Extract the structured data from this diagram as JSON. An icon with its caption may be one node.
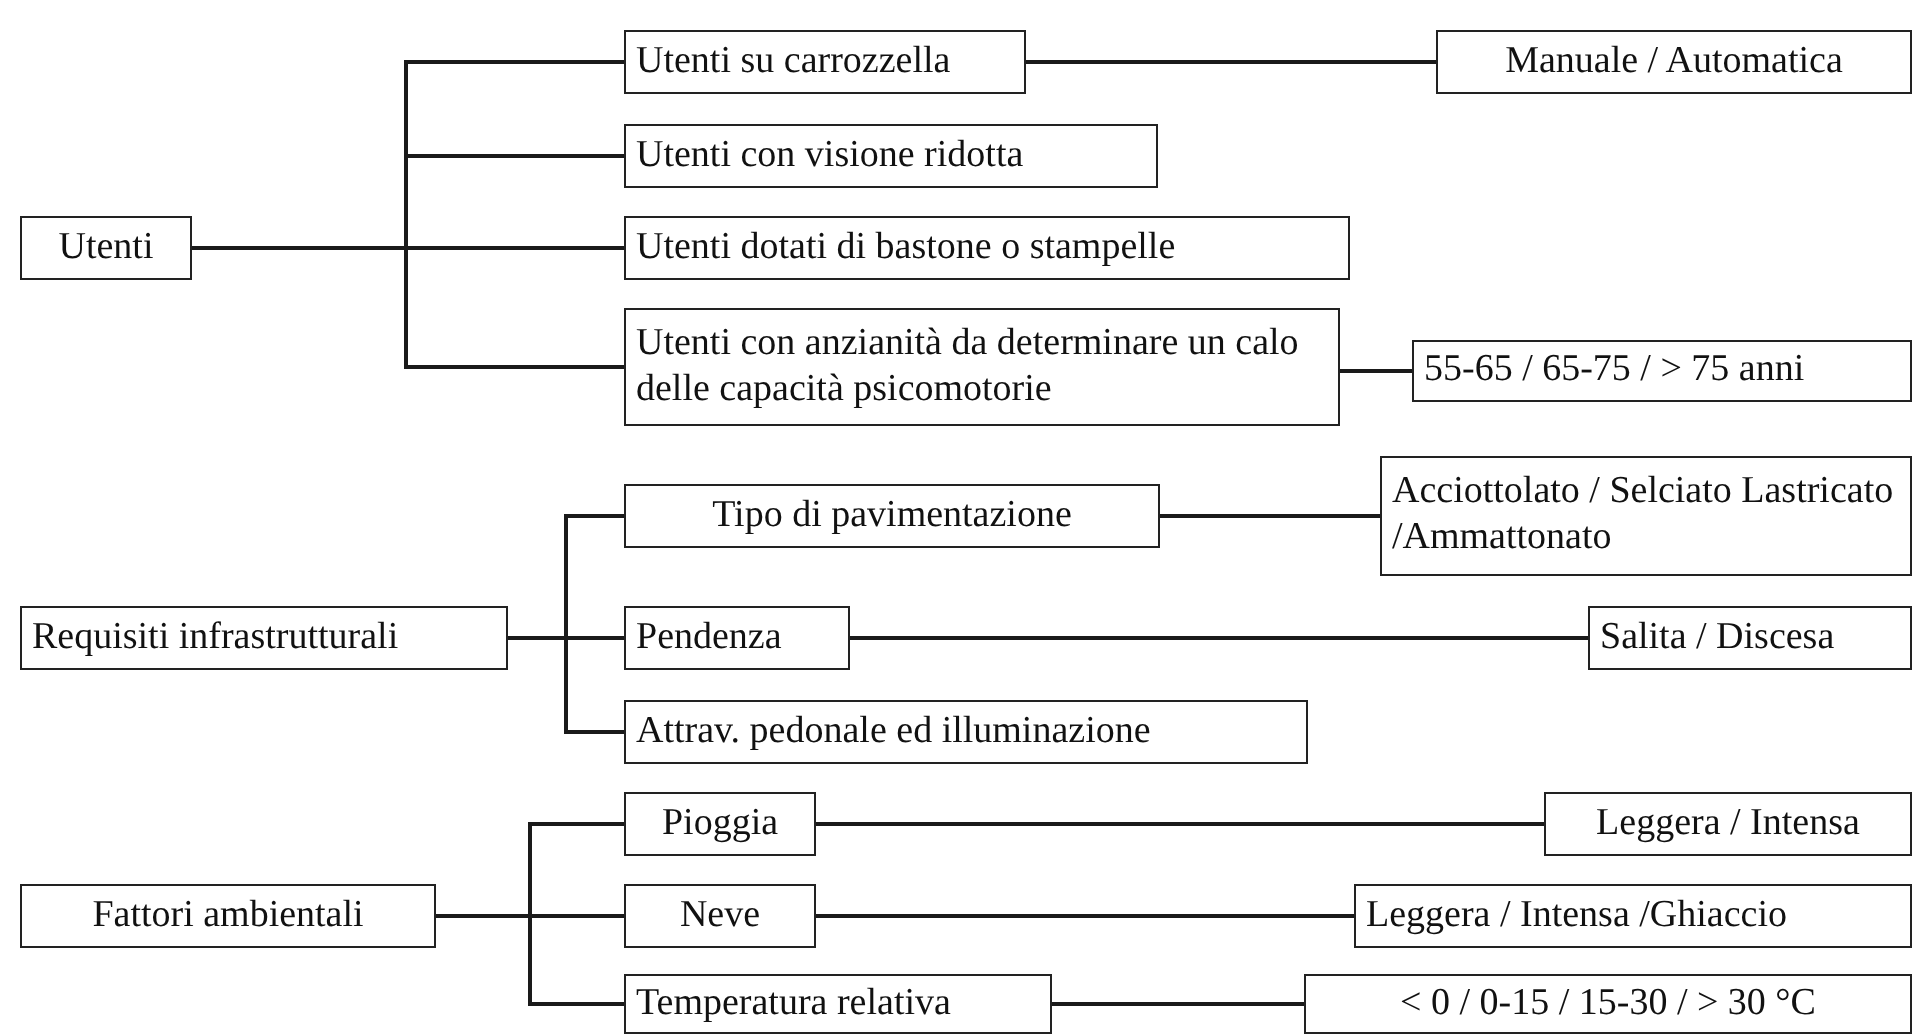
{
  "diagram": {
    "nodes": [
      {
        "text": [
          "Utenti"
        ]
      },
      {
        "text": [
          "Utenti su carrozzella"
        ]
      },
      {
        "text": [
          "Manuale / Automatica"
        ]
      },
      {
        "text": [
          "Utenti con visione ridotta"
        ]
      },
      {
        "text": [
          "Utenti dotati di bastone o stampelle"
        ]
      },
      {
        "text": [
          "Utenti con anzianità da determinare un calo delle capacità psicomotorie"
        ]
      },
      {
        "text": [
          "55-65 / 65-75 / > 75 anni"
        ]
      },
      {
        "text": [
          "Requisiti infrastrutturali"
        ]
      },
      {
        "text": [
          "Tipo di pavimentazione"
        ]
      },
      {
        "text": [
          "Acciottolato / Selciato Lastricato /Ammattonato"
        ]
      },
      {
        "text": [
          "Pendenza"
        ]
      },
      {
        "text": [
          "Salita / Discesa"
        ]
      },
      {
        "text": [
          "Attrav. pedonale ed illuminazione"
        ]
      },
      {
        "text": [
          "Fattori ambientali"
        ]
      },
      {
        "text": [
          "Pioggia"
        ]
      },
      {
        "text": [
          "Leggera / Intensa"
        ]
      },
      {
        "text": [
          "Neve"
        ]
      },
      {
        "text": [
          "Leggera / Intensa /Ghiaccio"
        ]
      },
      {
        "text": [
          "Temperatura relativa"
        ]
      },
      {
        "text": [
          "< 0 / 0-15 / 15-30 / > 30 °C"
        ]
      }
    ],
    "edges": [
      {
        "from": 0,
        "to": 1,
        "arrow": "none"
      },
      {
        "from": 0,
        "to": 3,
        "arrow": "none"
      },
      {
        "from": 0,
        "to": 4,
        "arrow": "none"
      },
      {
        "from": 0,
        "to": 5,
        "arrow": "none"
      },
      {
        "from": 1,
        "to": 2,
        "arrow": "none"
      },
      {
        "from": 5,
        "to": 6,
        "arrow": "none"
      },
      {
        "from": 7,
        "to": 8,
        "arrow": "none"
      },
      {
        "from": 7,
        "to": 10,
        "arrow": "none"
      },
      {
        "from": 7,
        "to": 12,
        "arrow": "none"
      },
      {
        "from": 8,
        "to": 9,
        "arrow": "none"
      },
      {
        "from": 10,
        "to": 11,
        "arrow": "none"
      },
      {
        "from": 13,
        "to": 14,
        "arrow": "none"
      },
      {
        "from": 13,
        "to": 16,
        "arrow": "none"
      },
      {
        "from": 13,
        "to": 18,
        "arrow": "none"
      },
      {
        "from": 14,
        "to": 15,
        "arrow": "none"
      },
      {
        "from": 16,
        "to": 17,
        "arrow": "none"
      },
      {
        "from": 18,
        "to": 19,
        "arrow": "none"
      }
    ]
  }
}
